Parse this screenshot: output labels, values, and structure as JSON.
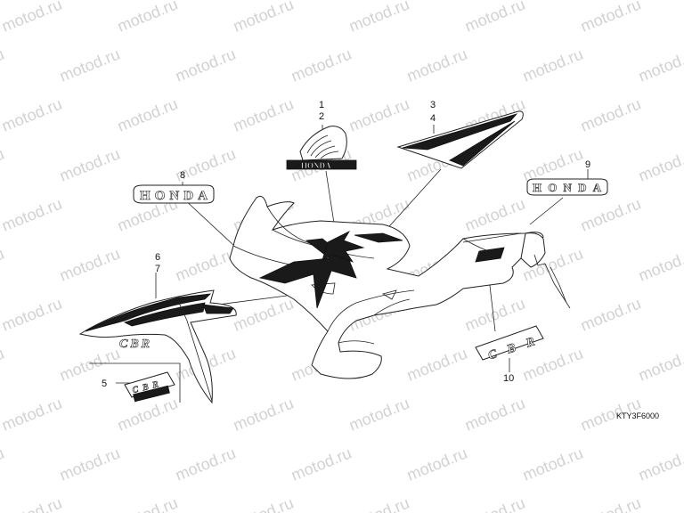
{
  "watermark": "motod.ru",
  "diagram_code": "KTY3F6000",
  "brand_word": "HONDA",
  "model_word": "CBR",
  "callouts": {
    "n1": "1",
    "n2": "2",
    "n3": "3",
    "n4": "4",
    "n5": "5",
    "n6": "6",
    "n7": "7",
    "n8": "8",
    "n9": "9",
    "n10": "10"
  }
}
